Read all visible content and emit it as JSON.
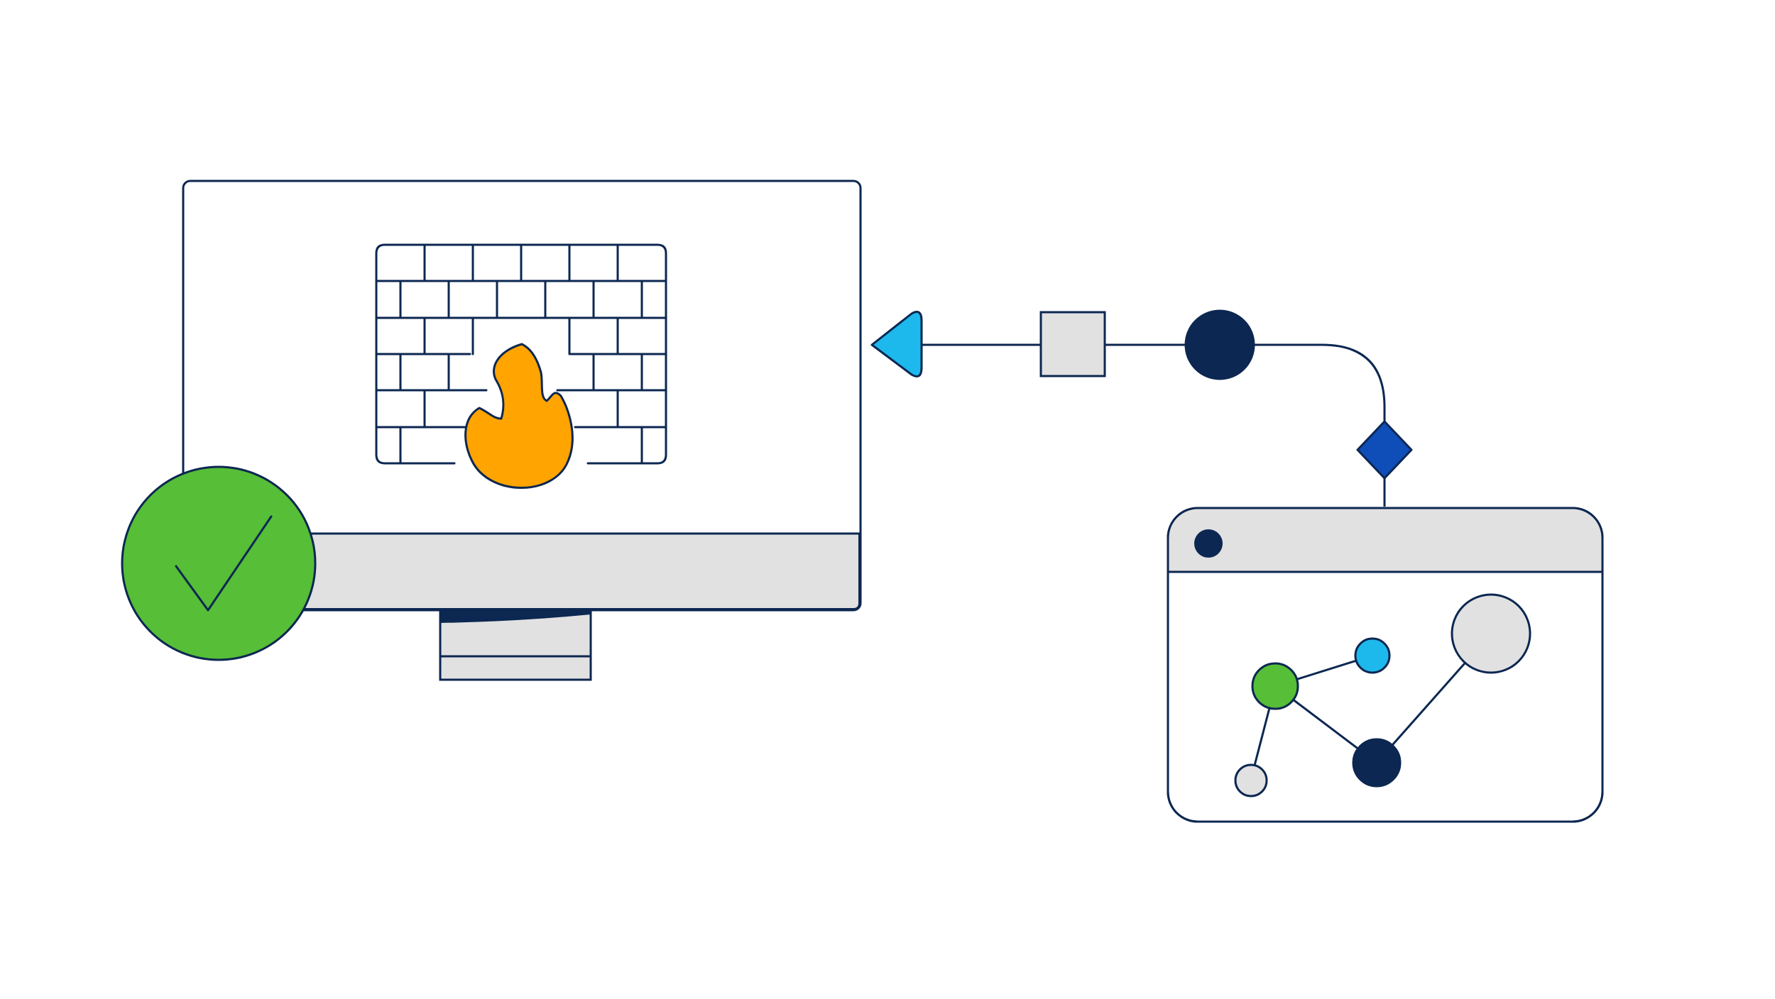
{
  "illustration": {
    "nodes": [
      {
        "id": "flow-arrow",
        "shape": "triangle",
        "icon": "arrow-left-icon",
        "color": "#1DB8EC"
      },
      {
        "id": "flow-square",
        "shape": "square",
        "icon": "square-node-icon",
        "color": "#E1E1E1"
      },
      {
        "id": "flow-dot",
        "shape": "circle",
        "icon": "circle-node-icon",
        "color": "#0C2751"
      },
      {
        "id": "flow-diamond",
        "shape": "diamond",
        "icon": "diamond-node-icon",
        "color": "#0F4DB8"
      }
    ],
    "graph_nodes": [
      {
        "id": "green",
        "icon": "graph-node-icon",
        "color": "#56BE37"
      },
      {
        "id": "cyan",
        "icon": "graph-node-icon",
        "color": "#1DB8EC"
      },
      {
        "id": "navy",
        "icon": "graph-node-icon",
        "color": "#0C2751"
      },
      {
        "id": "gray-large",
        "icon": "graph-node-icon",
        "color": "#E1E1E1"
      },
      {
        "id": "gray-small",
        "icon": "graph-node-icon",
        "color": "#E1E1E1"
      }
    ],
    "graph_edges": [
      [
        "green",
        "cyan"
      ],
      [
        "green",
        "navy"
      ],
      [
        "navy",
        "gray-large"
      ],
      [
        "green",
        "gray-small"
      ]
    ]
  },
  "icons": {
    "monitor": "desktop-monitor-icon",
    "firewall": "brick-wall-icon",
    "flame": "fire-icon",
    "check": "check-badge-icon",
    "browser": "browser-window-icon"
  },
  "colors": {
    "stroke": "#0C2751",
    "panel": "#E1E1E1",
    "background": "#FFFFFF",
    "flame": "#FFA400",
    "check": "#56BE37",
    "arrow": "#1DB8EC",
    "diamond": "#0F4DB8",
    "dot": "#0C2751"
  }
}
